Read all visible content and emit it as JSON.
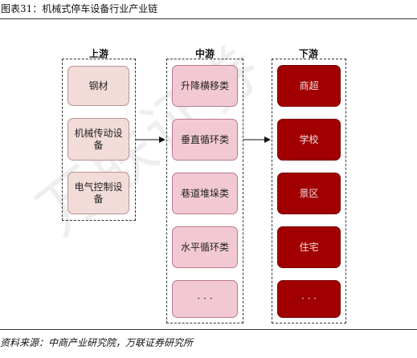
{
  "header": {
    "title": "图表31：机械式停车设备行业产业链"
  },
  "columns": [
    {
      "title": "上游",
      "items": [
        "钢材",
        "机械传动设备",
        "电气控制设备"
      ]
    },
    {
      "title": "中游",
      "items": [
        "升降横移类",
        "垂直循环类",
        "巷道堆垛类",
        "水平循环类",
        "· · ·"
      ]
    },
    {
      "title": "下游",
      "items": [
        "商超",
        "学校",
        "景区",
        "住宅",
        "· · ·"
      ]
    }
  ],
  "footer": {
    "source": "资料来源：中商产业研究院，万联证券研究所"
  },
  "watermark": "万联证券",
  "colors": {
    "upstream": "#f2dcd9",
    "midstream": "#f2c9d3",
    "downstream": "#a00000"
  }
}
